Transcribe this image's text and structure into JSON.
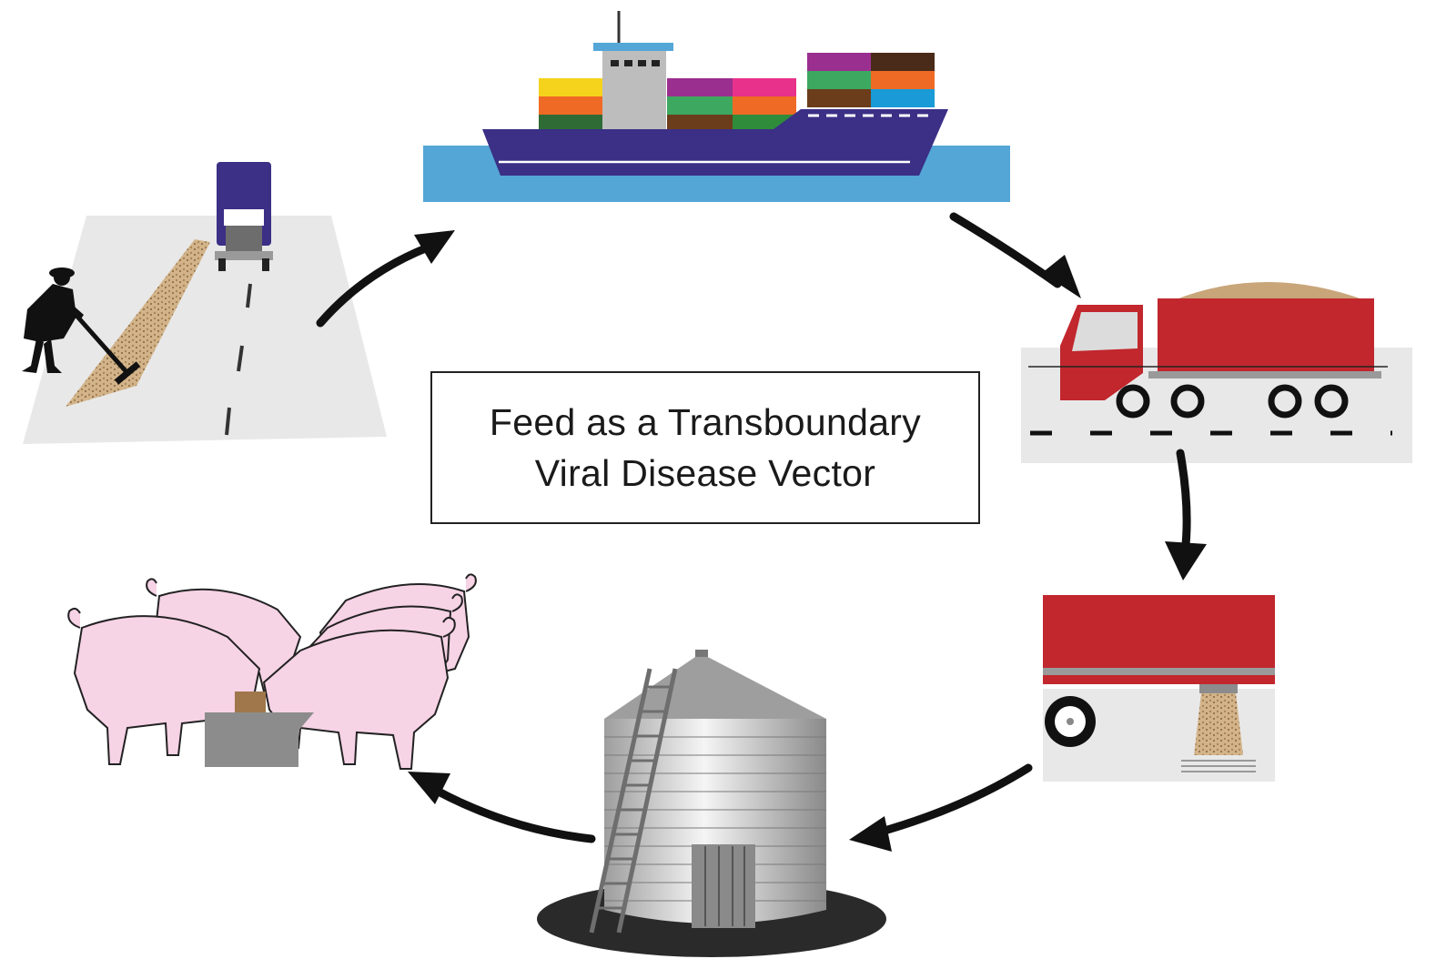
{
  "title": {
    "line1": "Feed as a Transboundary",
    "line2": "Viral Disease Vector"
  },
  "stages": [
    {
      "id": "drying",
      "icon": "roadside-grain-drying-icon"
    },
    {
      "id": "shipping",
      "icon": "container-ship-icon"
    },
    {
      "id": "trucking",
      "icon": "grain-truck-icon"
    },
    {
      "id": "unloading",
      "icon": "trailer-unloading-icon"
    },
    {
      "id": "storage",
      "icon": "grain-bin-icon"
    },
    {
      "id": "feeding",
      "icon": "pigs-feeding-icon"
    }
  ],
  "colors": {
    "road": "#e8e8e8",
    "grain": "#c9a57a",
    "ship_hull": "#3b2f86",
    "water": "#54a6d6",
    "truck_red": "#c1272d",
    "pig_pink": "#f7d3e6",
    "bin_gray": "#bdbdbd",
    "arrow": "#111111"
  }
}
